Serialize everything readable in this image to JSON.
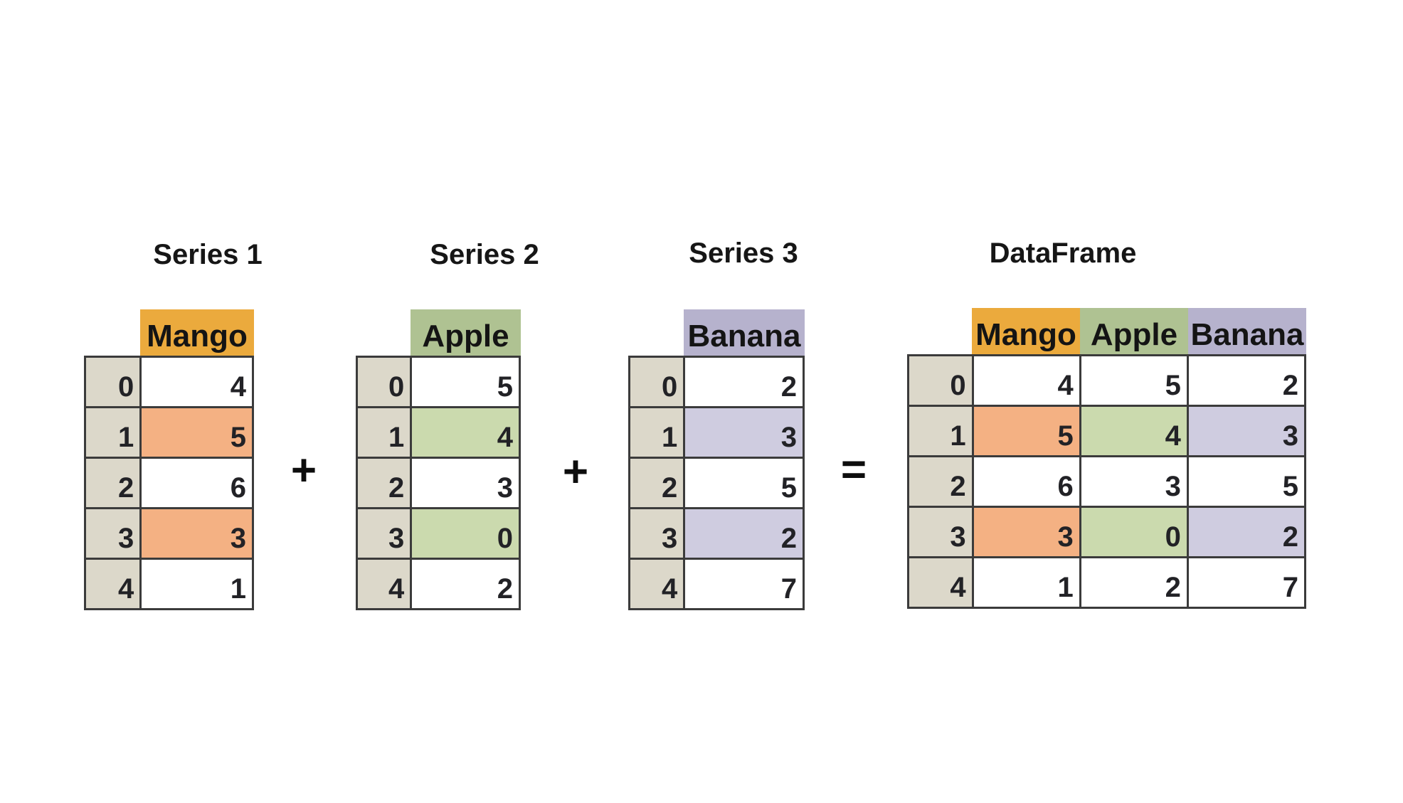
{
  "diagram": {
    "operators": {
      "plus": "+",
      "equals": "="
    },
    "series1": {
      "title": "Series 1",
      "column": "Mango",
      "index": [
        "0",
        "1",
        "2",
        "3",
        "4"
      ],
      "values": [
        "4",
        "5",
        "6",
        "3",
        "1"
      ],
      "shaded_rows": [
        1,
        3
      ]
    },
    "series2": {
      "title": "Series 2",
      "column": "Apple",
      "index": [
        "0",
        "1",
        "2",
        "3",
        "4"
      ],
      "values": [
        "5",
        "4",
        "3",
        "0",
        "2"
      ],
      "shaded_rows": [
        1,
        3
      ]
    },
    "series3": {
      "title": "Series 3",
      "column": "Banana",
      "index": [
        "0",
        "1",
        "2",
        "3",
        "4"
      ],
      "values": [
        "2",
        "3",
        "5",
        "2",
        "7"
      ],
      "shaded_rows": [
        1,
        3
      ]
    },
    "dataframe": {
      "title": "DataFrame",
      "columns": [
        "Mango",
        "Apple",
        "Banana"
      ],
      "index": [
        "0",
        "1",
        "2",
        "3",
        "4"
      ],
      "rows": [
        [
          "4",
          "5",
          "2"
        ],
        [
          "5",
          "4",
          "3"
        ],
        [
          "6",
          "3",
          "5"
        ],
        [
          "3",
          "0",
          "2"
        ],
        [
          "1",
          "2",
          "7"
        ]
      ],
      "shaded_rows": [
        1,
        3
      ]
    },
    "colors": {
      "mango_header": "#EBAA3D",
      "mango_shade": "#F4B183",
      "apple_header": "#AFC292",
      "apple_shade": "#CBDAAE",
      "banana_header": "#B6B2CD",
      "banana_shade": "#CFCCE0",
      "index_bg": "#DCD8CA",
      "border": "#3B3B3B",
      "text": "#222226"
    }
  }
}
